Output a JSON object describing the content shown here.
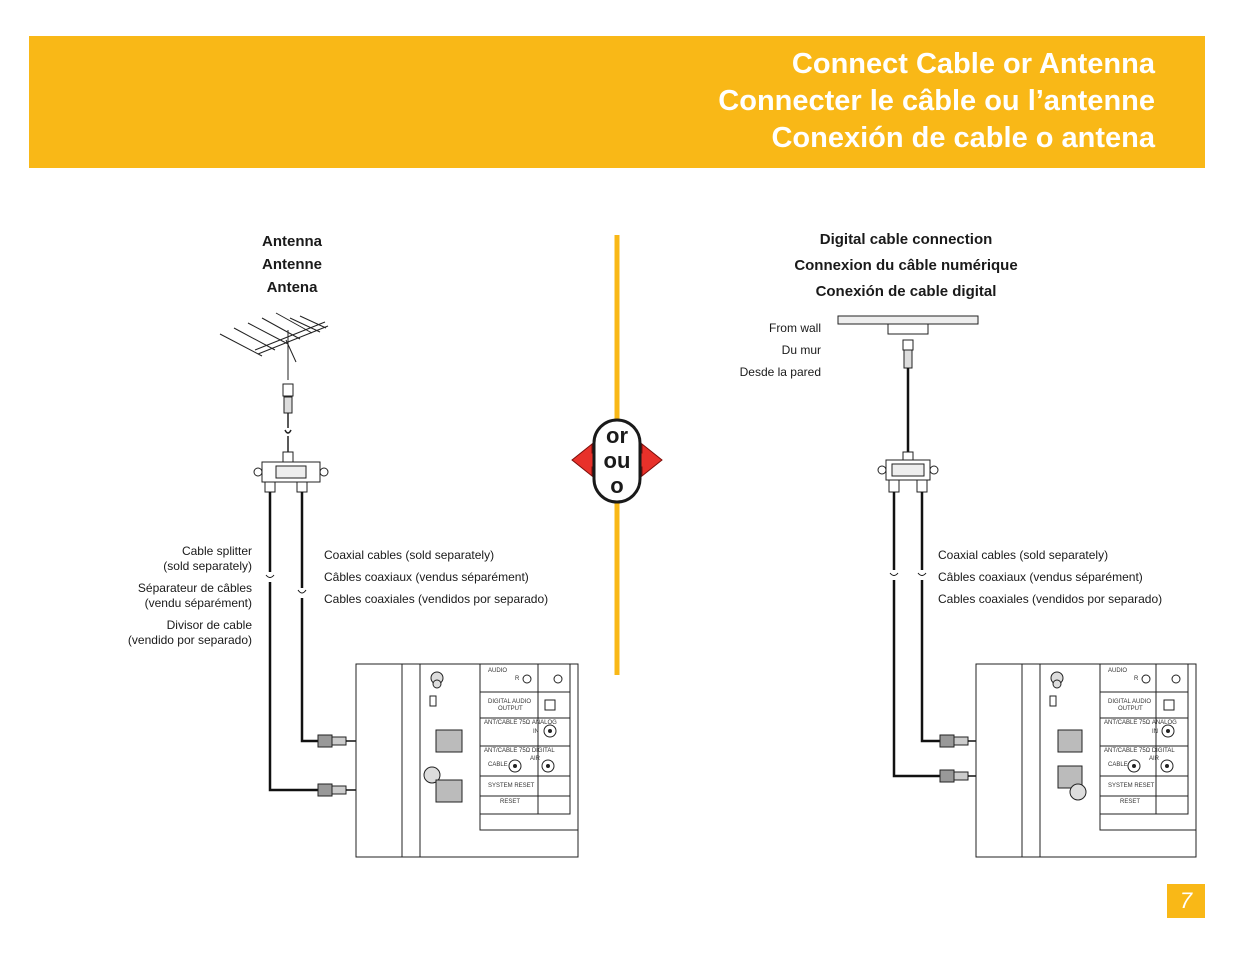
{
  "title": {
    "en": "Connect Cable or Antenna",
    "fr": "Connecter le câble ou l’antenne",
    "es": "Conexión de cable o antena"
  },
  "left": {
    "heading": [
      "Antenna",
      "Antenne",
      "Antena"
    ],
    "splitter_label": [
      "Cable splitter",
      "(sold separately)",
      "Séparateur de câbles",
      "(vendu séparément)",
      "Divisor de cable",
      "(vendido por separado)"
    ],
    "coax_label": [
      "Coaxial cables (sold separately)",
      "Câbles coaxiaux (vendus séparément)",
      "Cables coaxiales (vendidos por separado)"
    ]
  },
  "right": {
    "heading": [
      "Digital cable connection",
      "Connexion du câble numérique",
      "Conexión de cable digital"
    ],
    "wall_label": [
      "From wall",
      "Du mur",
      "Desde la pared"
    ],
    "coax_label": [
      "Coaxial cables (sold separately)",
      "Câbles coaxiaux (vendus séparément)",
      "Cables coaxiales (vendidos por separado)"
    ]
  },
  "or_badge": [
    "or",
    "ou",
    "o"
  ],
  "panel_labels": {
    "audio": "AUDIO",
    "r": "R",
    "digital_audio": "DIGITAL AUDIO",
    "output": "OUTPUT",
    "ant_analog": "ANT/CABLE 75Ω   ANALOG",
    "in": "IN",
    "ant_digital": "ANT/CABLE 75Ω   DIGITAL",
    "cable": "CABLE",
    "air": "AIR",
    "system_reset": "SYSTEM RESET",
    "reset": "RESET"
  },
  "page_number": "7",
  "colors": {
    "accent": "#f9b817",
    "arrow": "#e8312a"
  }
}
